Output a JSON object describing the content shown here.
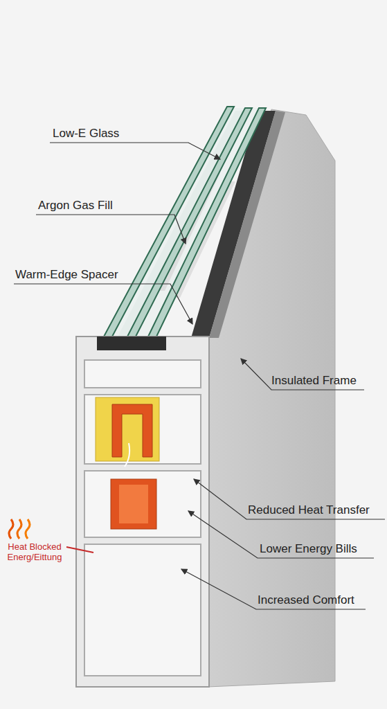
{
  "diagram": {
    "labels": [
      "Low-E Glass",
      "Argon Gas Fill",
      "Warm-Edge Spacer",
      "Insulated Frame",
      "Heat Blocked Energ/Eittung",
      "Reduced Heat Transfer",
      "Lower Energy Bills",
      "Increased Comfort"
    ]
  }
}
